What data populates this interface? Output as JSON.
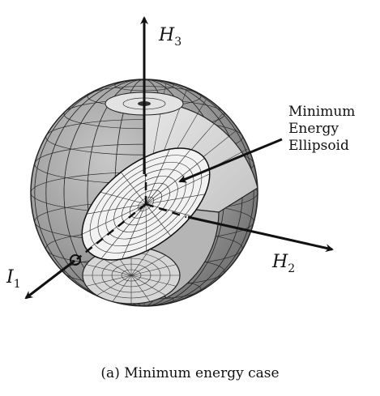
{
  "axes": {
    "h3": {
      "letter": "H",
      "sub": "3"
    },
    "h2": {
      "letter": "H",
      "sub": "2"
    },
    "h1": {
      "letter": "I",
      "sub": "1"
    }
  },
  "annotation": [
    "Minimum",
    "Energy",
    "Ellipsoid"
  ],
  "caption": "(a) Minimum energy case",
  "colors": {
    "sphere_outer": "#8e8e8e",
    "sphere_inner": "#bdbdbd",
    "ellipsoid": "#f2f2f2",
    "cut_face": "#d9d9d9",
    "ink": "#111111"
  }
}
